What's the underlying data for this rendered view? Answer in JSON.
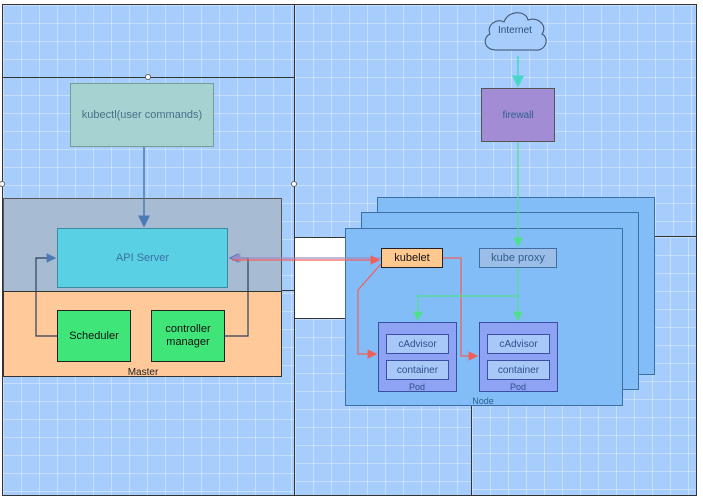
{
  "labels": {
    "internet": "Internet",
    "firewall": "firewall",
    "kubectl": "kubectl(user commands)",
    "api_server": "API Server",
    "scheduler": "Scheduler",
    "controller_manager": "controller\nmanager",
    "master": "Master",
    "kubelet": "kubelet",
    "kube_proxy": "kube proxy",
    "cadvisor": "cAdvisor",
    "container": "container",
    "pod": "Pod",
    "node": "Node"
  },
  "colors": {
    "canvas": "#a6cdfb",
    "master_band": "#ffc99a",
    "api_band": "#a7bbd3",
    "api_server": "#5ad0e5",
    "kubectl": "#a5d3d2",
    "green_box": "#40e57a",
    "firewall": "#a28cd4",
    "kubelet": "#ffc88f",
    "kube_proxy": "#9bbde8",
    "node": "#83bdf7",
    "pod": "#8fa3f4",
    "pod_inner": "#a7c8f8",
    "arrow_blue": "#4a7ab4",
    "arrow_red": "#f0605a",
    "arrow_purple": "#9a8cc8",
    "arrow_cyan": "#49d6c8",
    "arrow_green": "#4fe08b"
  }
}
